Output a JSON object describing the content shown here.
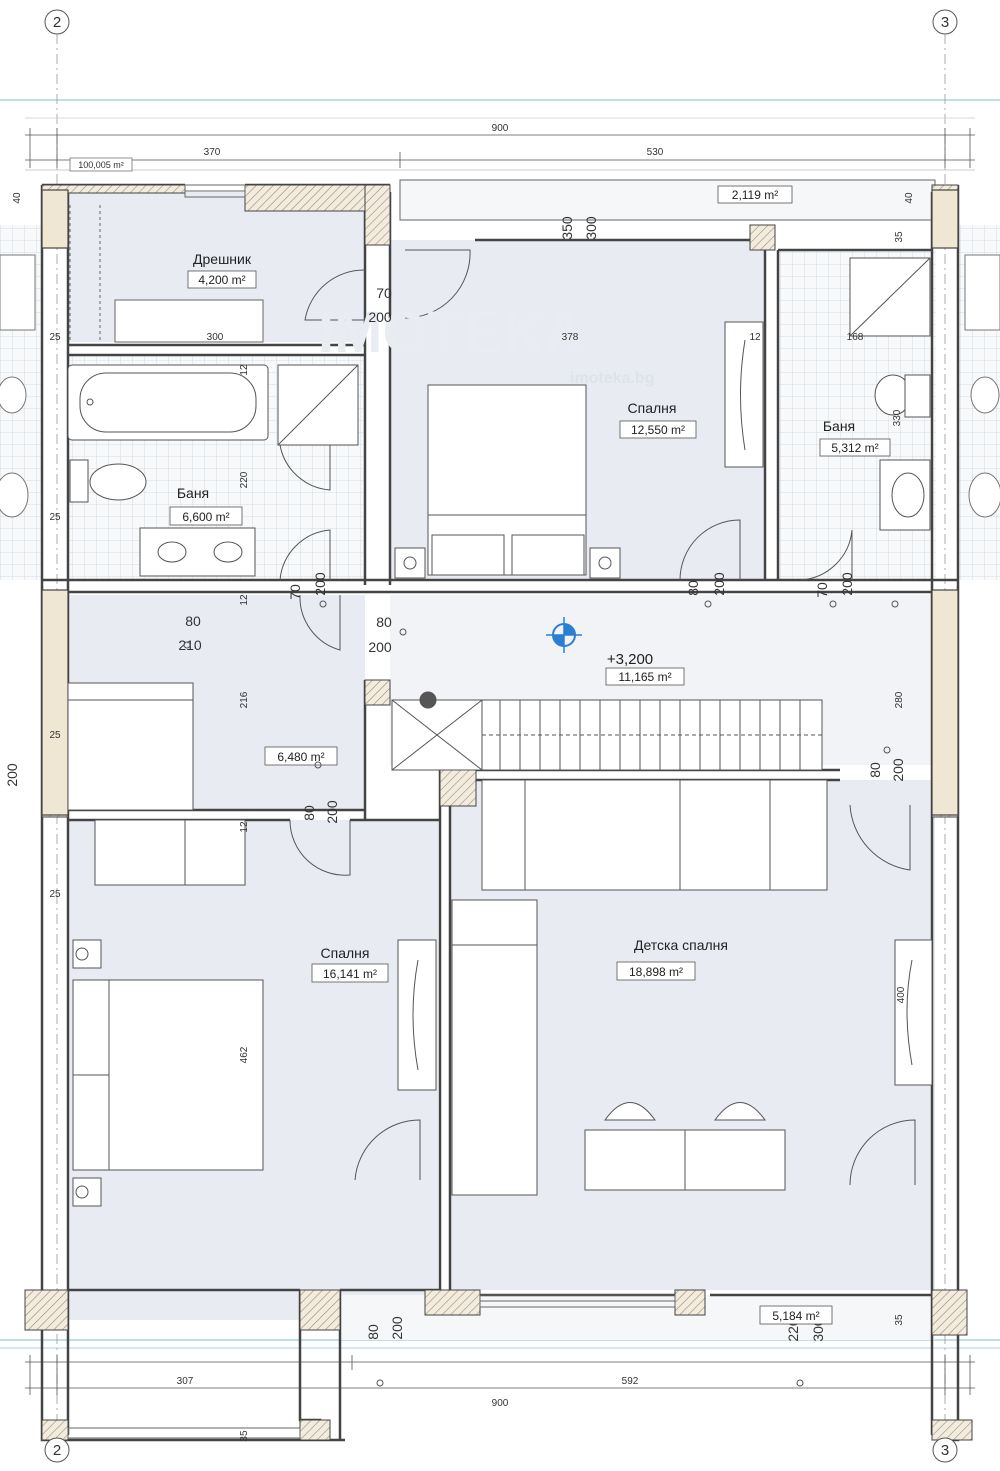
{
  "grid_axes": {
    "left": "2",
    "right": "3"
  },
  "dimensions": {
    "top_total": "900",
    "top_left": "370",
    "top_right": "530",
    "bottom_total": "900",
    "bottom_left": "307",
    "bottom_right": "592",
    "area_note": "100,005 m²",
    "wall_40_left": "40",
    "wall_40_right": "40",
    "d_350": "350",
    "d_300": "300",
    "d_300b": "300",
    "d_378": "378",
    "d_12a": "12",
    "d_12b": "12",
    "d_12c": "12",
    "d_12d": "12",
    "d_168": "168",
    "d_220": "220",
    "d_216": "216",
    "d_25a": "25",
    "d_25b": "25",
    "d_25c": "25",
    "d_25d": "25",
    "d_280": "280",
    "d_330": "330",
    "d_400": "400",
    "d_462": "462",
    "d_35a": "35",
    "d_35b": "35",
    "d_35c": "35",
    "d_200_left": "200"
  },
  "doors": [
    {
      "w": "70",
      "h": "200"
    },
    {
      "w": "70",
      "h": "200"
    },
    {
      "w": "80",
      "h": "200"
    },
    {
      "w": "70",
      "h": "200"
    },
    {
      "w": "80",
      "h": "200"
    },
    {
      "w": "80",
      "h": "210"
    },
    {
      "w": "80",
      "h": "200"
    },
    {
      "w": "80",
      "h": "200"
    },
    {
      "w": "80",
      "h": "200"
    },
    {
      "w": "220",
      "h": "300"
    }
  ],
  "rooms": {
    "closet": {
      "name": "Дрешник",
      "area": "4,200 m²"
    },
    "balcony_top": {
      "area": "2,119 m²"
    },
    "bedroom_top": {
      "name": "Спалня",
      "area": "12,550 m²"
    },
    "bath_right": {
      "name": "Баня",
      "area": "5,312 m²"
    },
    "bath_left": {
      "name": "Баня",
      "area": "6,600 m²"
    },
    "corridor_left": {
      "area": "6,480 m²"
    },
    "hall": {
      "level": "+3,200",
      "area": "11,165 m²"
    },
    "bedroom_left": {
      "name": "Спалня",
      "area": "16,141 m²"
    },
    "kids_bedroom": {
      "name": "Детска спалня",
      "area": "18,898 m²"
    },
    "terrace": {
      "area": "5,184 m²"
    }
  },
  "watermark": {
    "logo": "IMOTEKA",
    "site": "imoteka.bg"
  },
  "colors": {
    "wall": "#444444",
    "room_fill": "#e8ecf2",
    "wet_fill": "#f4f6f8",
    "tile": "#c8d4dc",
    "hatch": "#a08c6a",
    "column": "#efe6d3",
    "guide": "#7fbfd0",
    "level_mark": "#2a7fd4"
  }
}
